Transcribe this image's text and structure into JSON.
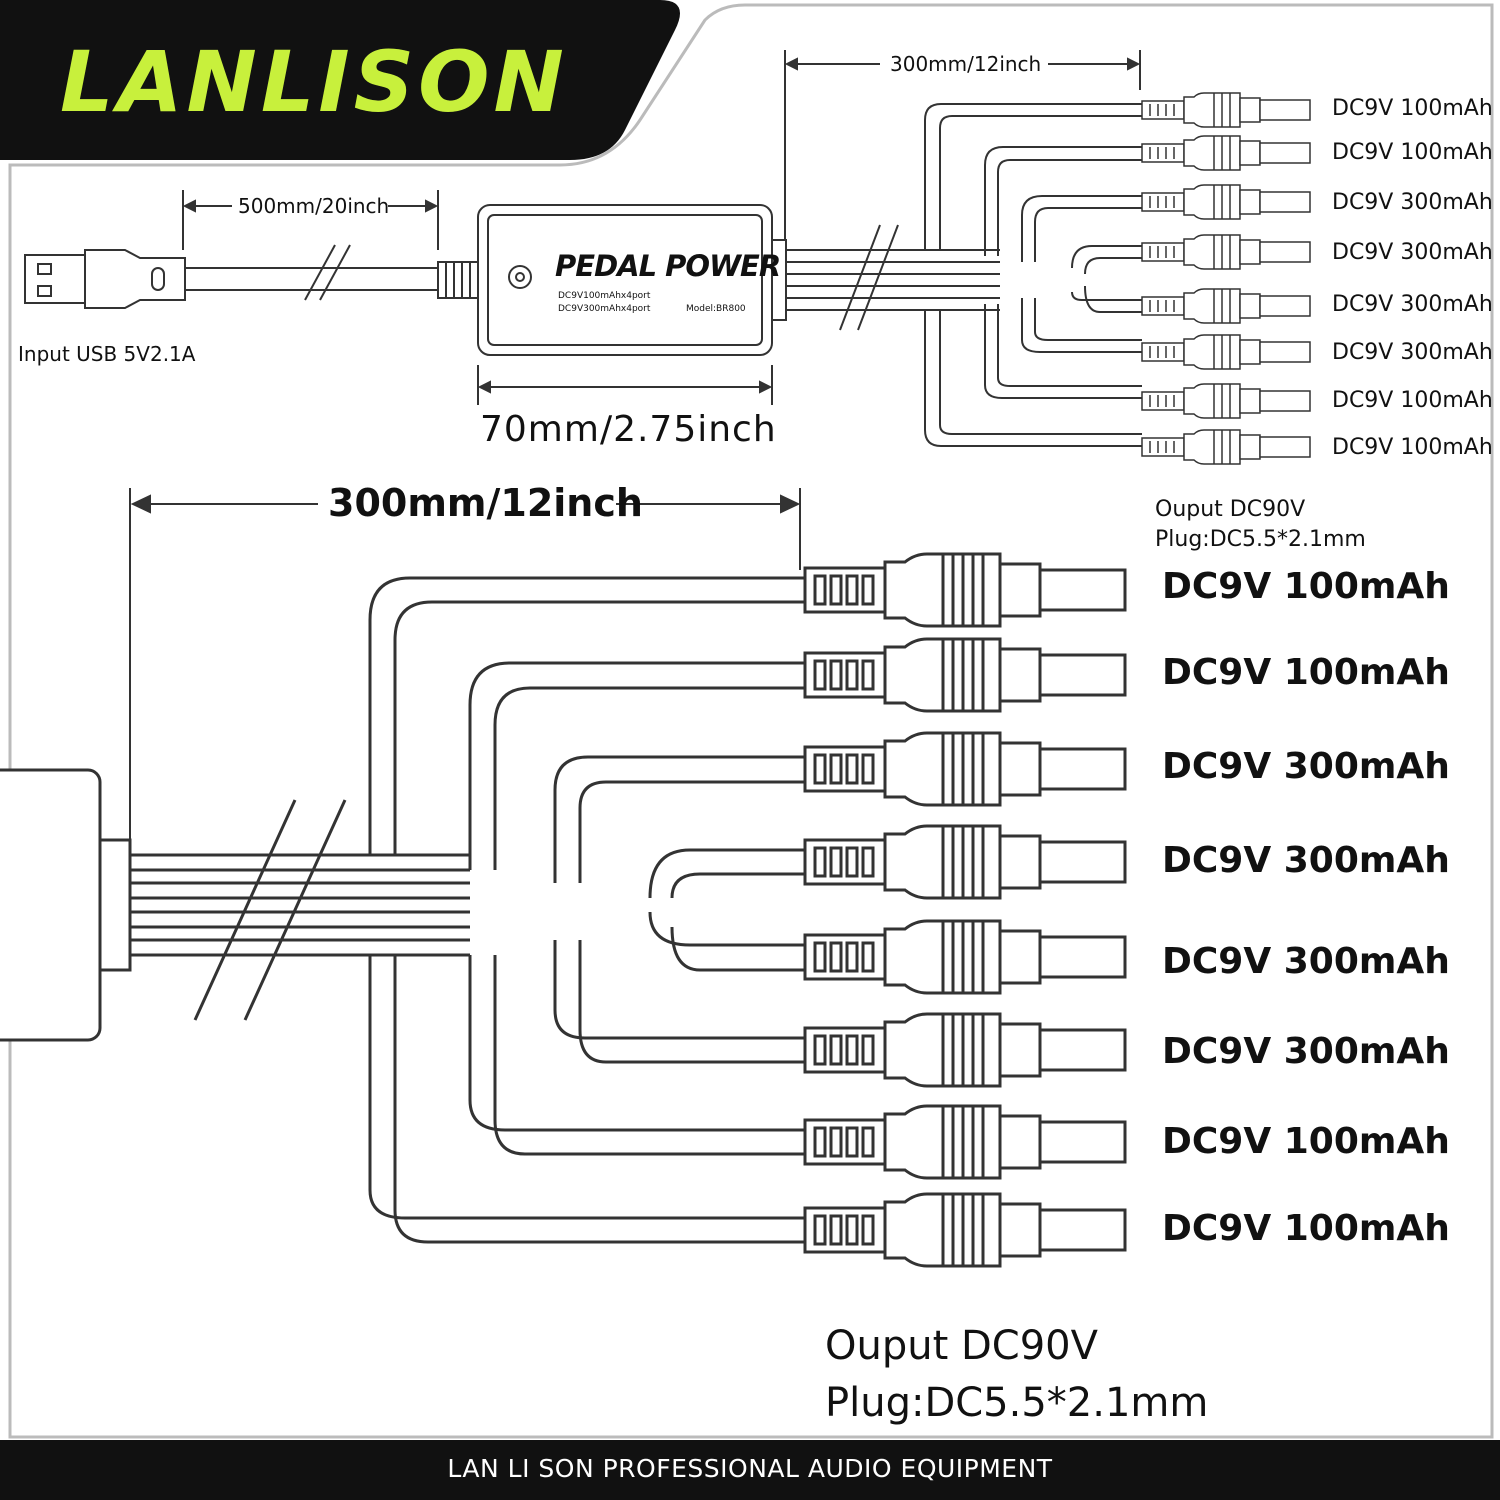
{
  "brand": {
    "name": "LANLISON",
    "accent_color": "#c8f03c",
    "dark_color": "#111111",
    "footer": "LAN LI SON PROFESSIONAL AUDIO EQUIPMENT"
  },
  "top_diagram": {
    "usb_cable_length": "500mm/20inch",
    "input_label": "Input USB 5V2.1A",
    "box_width": "70mm/2.75inch",
    "output_cable_length": "300mm/12inch",
    "box": {
      "title": "PEDAL POWER",
      "spec_line_1": "DC9V100mAhx4port",
      "spec_line_2": "DC9V300mAhx4port",
      "model": "Model:BR800"
    },
    "ports": [
      "DC9V 100mAh",
      "DC9V 100mAh",
      "DC9V 300mAh",
      "DC9V 300mAh",
      "DC9V 300mAh",
      "DC9V 300mAh",
      "DC9V 100mAh",
      "DC9V 100mAh"
    ]
  },
  "bottom_diagram": {
    "cable_length": "300mm/12inch",
    "small_note_line_1": "Ouput DC90V",
    "small_note_line_2": "Plug:DC5.5*2.1mm",
    "ports": [
      "DC9V 100mAh",
      "DC9V 100mAh",
      "DC9V 300mAh",
      "DC9V 300mAh",
      "DC9V 300mAh",
      "DC9V 300mAh",
      "DC9V 100mAh",
      "DC9V 100mAh"
    ],
    "output_line_1": "Ouput DC90V",
    "output_line_2": "Plug:DC5.5*2.1mm"
  }
}
